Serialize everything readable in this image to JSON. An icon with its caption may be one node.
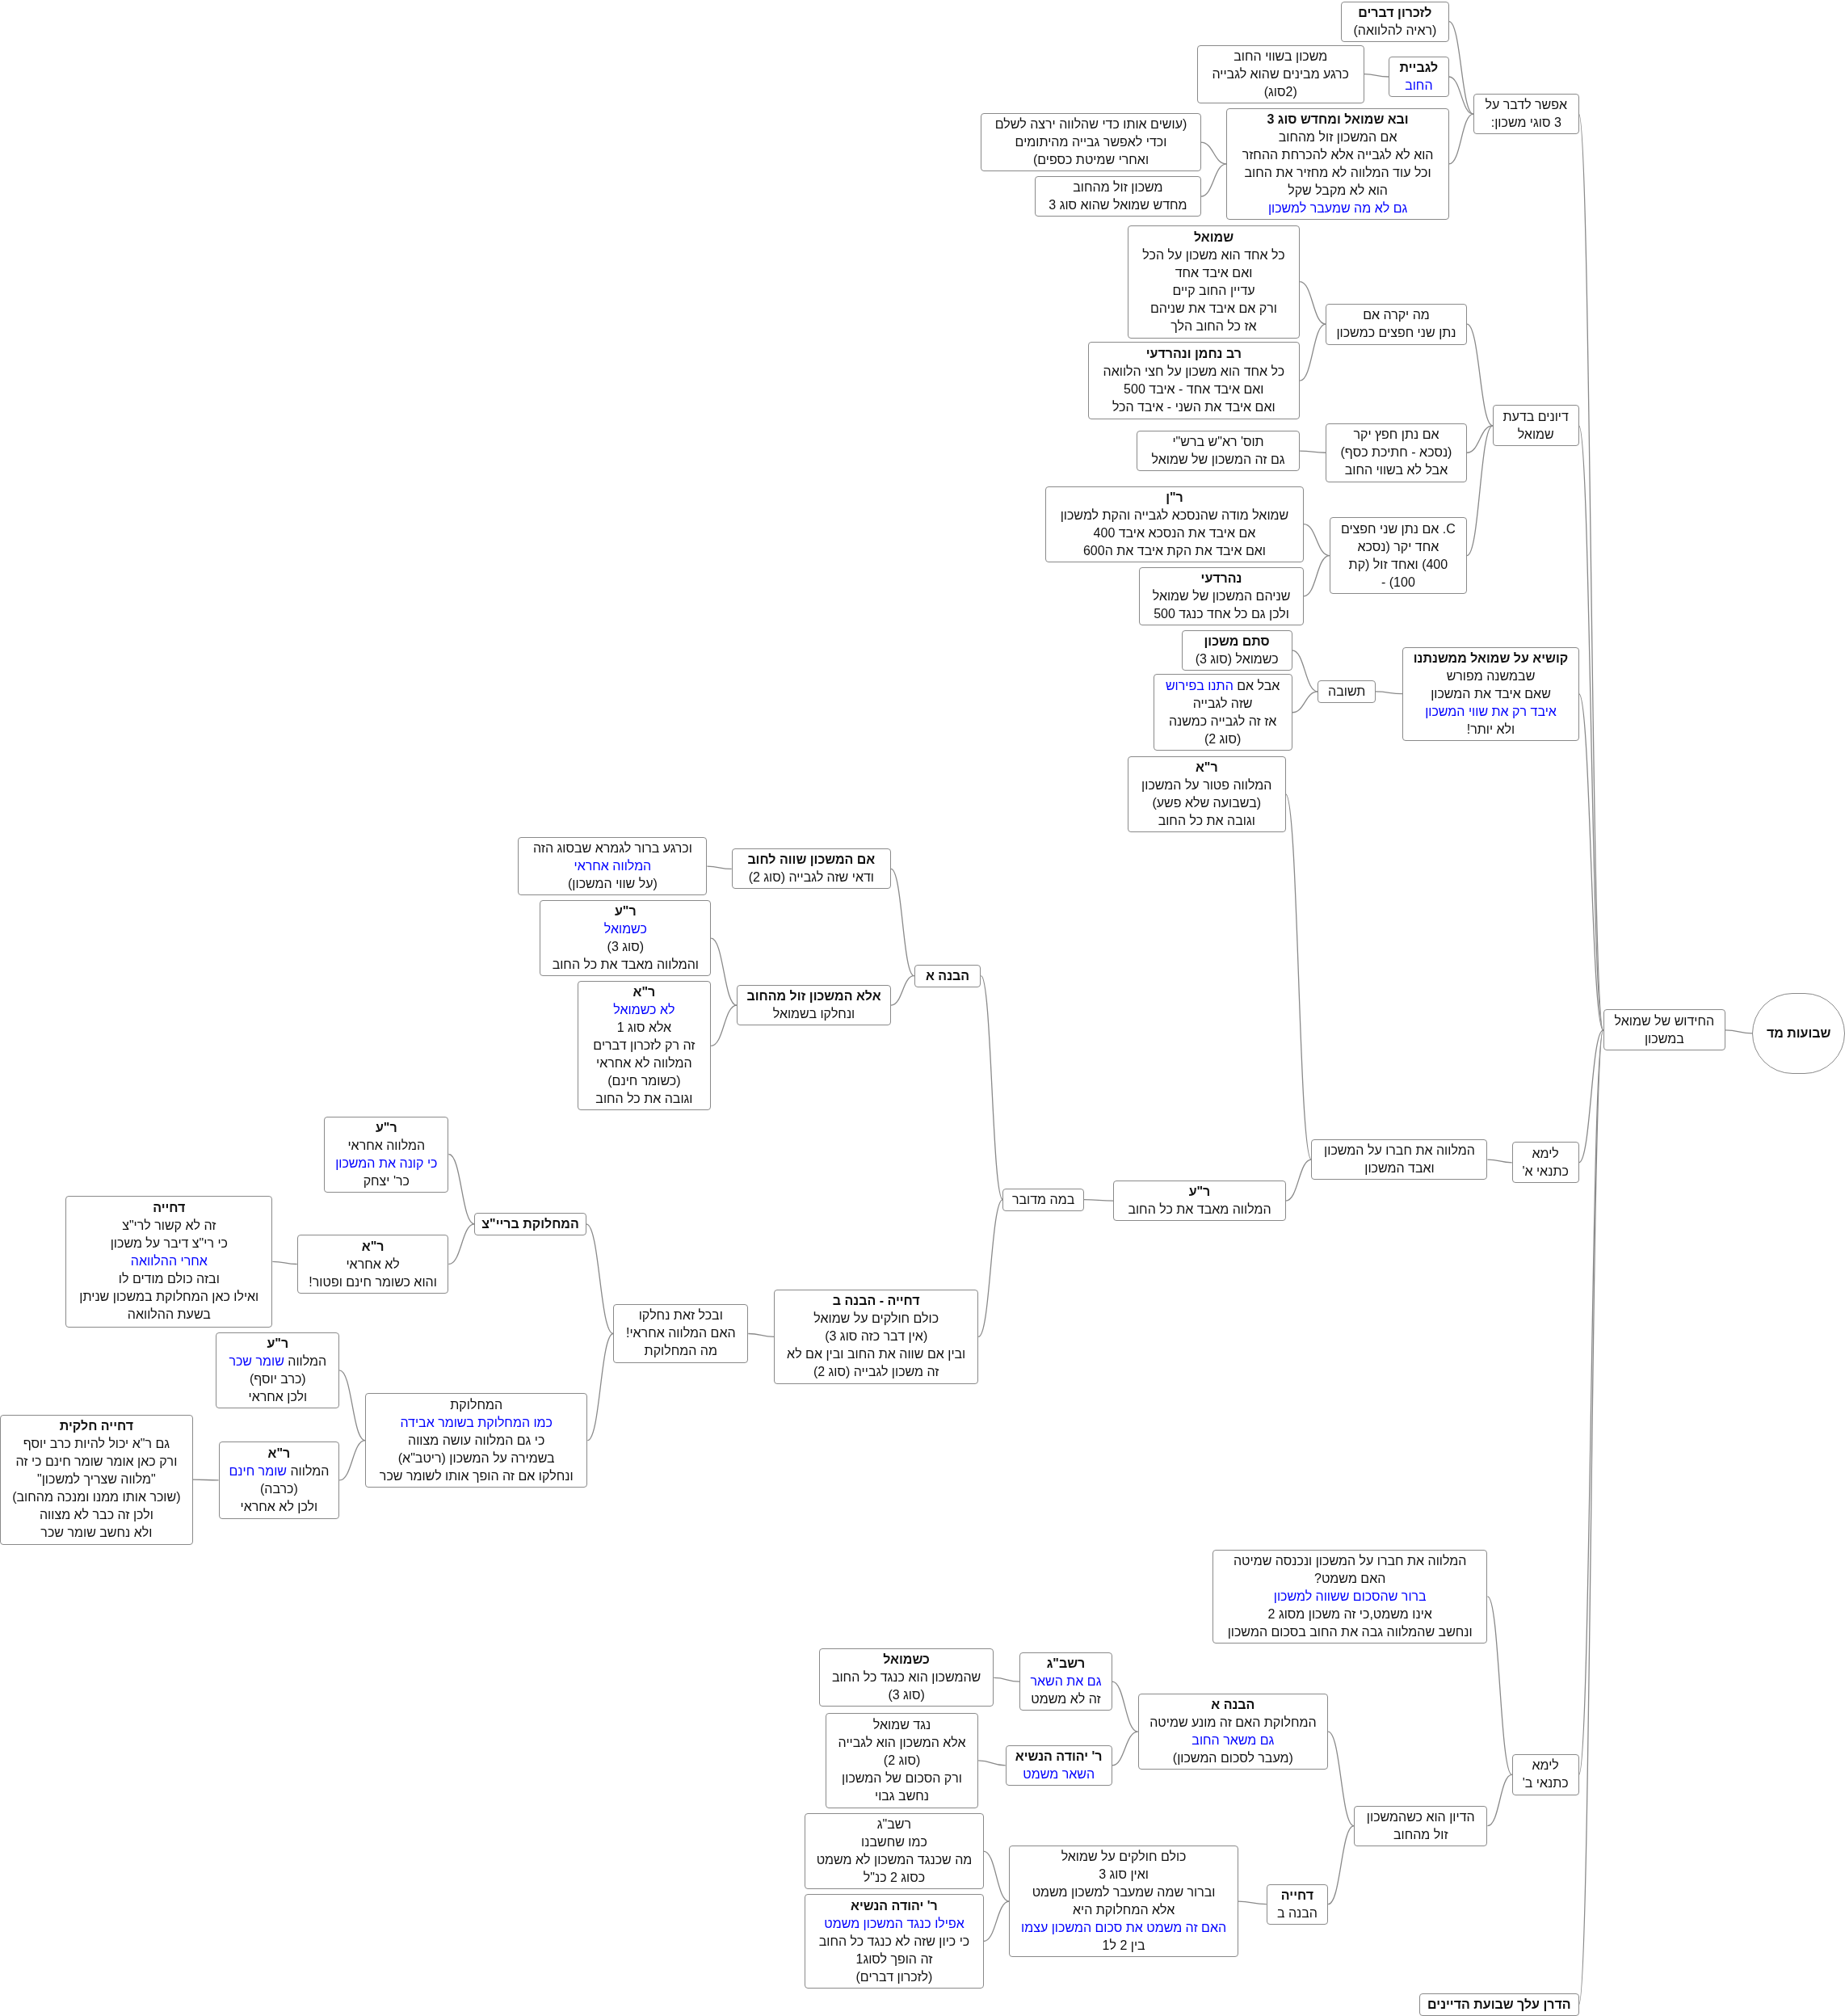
{
  "diagram": {
    "nodes": [
      {
        "text": [
          "שבועות מד"
        ]
      },
      {
        "text": [
          "החידוש של שמואל",
          "במשכון"
        ]
      },
      {
        "text": [
          "אפשר לדבר על",
          "3 סוגי משכון:"
        ]
      },
      {
        "text": [
          "לזכרון דברים",
          "(ראיה להלוואה)"
        ]
      },
      {
        "text": [
          "לגביית",
          "החוב"
        ]
      },
      {
        "text": [
          "משכון בשווי החוב",
          "כרגע מבינים שהוא לגבייה",
          "(2סוג)"
        ]
      },
      {
        "text": [
          "ובא שמואל ומחדש סוג 3",
          "אם המשכון זול מהחוב",
          "הוא לא לגבייה אלא להכרחת ההחזר",
          "וכל עוד המלווה לא מחזיר את החוב",
          "הוא לא מקבל שקל",
          "גם לא מה שמעבר למשכון"
        ]
      },
      {
        "text": [
          "(עושים אותו כדי שהלווה ירצה לשלם",
          "וכדי לאפשר גבייה מהיתומים",
          "ואחרי שמיטת כספים)"
        ]
      },
      {
        "text": [
          "משכון זול מהחוב",
          "מחדש שמואל שהוא סוג 3"
        ]
      },
      {
        "text": [
          "דיונים בדעת",
          "שמואל"
        ]
      },
      {
        "text": [
          "מה יקרה אם",
          "נתן שני חפצים כמשכון"
        ]
      },
      {
        "text": [
          "שמואל",
          "כל אחד הוא משכון על הכל",
          "ואם איבד אחד",
          "עדיין החוב קיים",
          "ורק אם איבד את שניהם",
          "אז כל החוב הלך"
        ]
      },
      {
        "text": [
          "רב נחמן ונהרדעי",
          "כל אחד הוא משכון על חצי הלוואה",
          "ואם איבד אחד - איבד 500",
          "ואם איבד את השני - איבד הכל"
        ]
      },
      {
        "text": [
          "אם נתן חפץ יקר",
          "(נסכא - חתיכת כסף)",
          "אבל לא בשווי החוב"
        ]
      },
      {
        "text": [
          "תוס' רא\"ש ברש\"י",
          "גם זה המשכון של שמואל"
        ]
      },
      {
        "text": [
          "C. אם נתן שני חפצים",
          "אחד יקר (נסכא",
          "400) ואחד זול (קת",
          "100) -"
        ]
      },
      {
        "text": [
          "ר\"ן",
          "שמואל מודה שהנסכא לגבייה והקת למשכון",
          "אם איבד את הנסכא איבד 400",
          "ואם איבד את הקת איבד את ה600"
        ]
      },
      {
        "text": [
          "נהרדעי",
          "שניהם המשכון של שמואל",
          "ולכן גם כל אחד כנגד 500"
        ]
      },
      {
        "text": [
          "קושיא על שמואל ממשנתנו",
          "שבמשנה מפורש",
          "שאם איבד את המשכון",
          "איבד רק את שווי המשכון",
          "ולא יותר!"
        ]
      },
      {
        "text": [
          "תשובה"
        ]
      },
      {
        "text": [
          "סתם משכון",
          "כשמואל (סוג 3)"
        ]
      },
      {
        "text": [
          "אבל אם",
          "התנו בפירוש",
          "שזה לגבייה",
          "אז זה לגבייה כמשנה",
          "(סוג 2)"
        ]
      },
      {
        "text": [
          "לימא",
          "כתנאי א'"
        ]
      },
      {
        "text": [
          "המלווה את חברו על המשכון",
          "ואבד המשכון"
        ]
      },
      {
        "text": [
          "ר\"א",
          "המלווה פטור על המשכון",
          "(בשבועה שלא פשע)",
          "וגובה את כל החוב"
        ]
      },
      {
        "text": [
          "ר\"ע",
          "המלווה מאבד את כל החוב"
        ]
      },
      {
        "text": [
          "במה מדובר"
        ]
      },
      {
        "text": [
          "הבנה א"
        ]
      },
      {
        "text": [
          "אם המשכון שווה לחוב",
          "ודאי שזה לגבייה (סוג 2)"
        ]
      },
      {
        "text": [
          "וכרגע ברור לגמרא שבסוג הזה",
          "המלווה אחראי",
          "(על שווי המשכון)"
        ]
      },
      {
        "text": [
          "אלא המשכון זול מהחוב",
          "ונחלקו בשמואל"
        ]
      },
      {
        "text": [
          "ר\"ע",
          "כשמואל",
          "(סוג 3)",
          "והמלווה מאבד את כל החוב"
        ]
      },
      {
        "text": [
          "ר\"א",
          "לא כשמואל",
          "אלא סוג 1",
          "זה רק לזכרון דברים",
          "המלווה לא אחראי",
          "(כשומר חינם)",
          "וגובה את כל החוב"
        ]
      },
      {
        "text": [
          "דחייה - הבנה ב",
          "כולם חולקים על שמואל",
          "(אין דבר כזה סוג 3)",
          "ובין אם שווה את החוב ובין אם לא",
          "זה משכון לגבייה (סוג 2)"
        ]
      },
      {
        "text": [
          "ובכל זאת נחלקו",
          "האם המלווה אחראי!",
          "מה המחלוקת"
        ]
      },
      {
        "text": [
          "המחלוקת בריי\"צ"
        ]
      },
      {
        "text": [
          "ר\"ע",
          "המלווה אחראי",
          "כי קונה את המשכון",
          "כר' יצחק"
        ]
      },
      {
        "text": [
          "ר\"א",
          "לא אחראי",
          "והוא כשומר חינם ופטור!"
        ]
      },
      {
        "text": [
          "דחייה",
          "זה לא קשור לרי\"צ",
          "כי רי\"צ דיבר על משכון",
          "אחרי ההלוואה",
          "ובזה כולם מודים לו",
          "ואילו כאן המחלוקת במשכון שניתן",
          "בשעת ההלוואה"
        ]
      },
      {
        "text": [
          "המחלוקת",
          "כמו המחלוקת בשומר אבידה",
          "כי גם המלווה עושה מצווה",
          "בשמירה על המשכון (ריטב\"א)",
          "ונחלקו אם זה הופך אותו לשומר שכר"
        ]
      },
      {
        "text": [
          "ר\"ע",
          "המלווה",
          "שומר שכר",
          "(כרב יוסף)",
          "ולכן אחראי"
        ]
      },
      {
        "text": [
          "ר\"א",
          "המלווה",
          "שומר חינם",
          "(כרבה)",
          "ולכן לא אחראי"
        ]
      },
      {
        "text": [
          "דחייה חלקית",
          "גם ר\"א יכול להיות כרב יוסף",
          "ורק כאן אומר שומר חינם כי זה",
          "\"מלווה שצריך למשכון\"",
          "(שוכר אותו ממנו ומנכה מהחוב)",
          "ולכן זה כבר לא מצווה",
          "ולא נחשב שומר שכר"
        ]
      },
      {
        "text": [
          "לימא",
          "כתנאי ב'"
        ]
      },
      {
        "text": [
          "המלווה את חברו על המשכון ונכנסה שמיטה",
          "האם משמט?",
          "ברור שהסכום ששווה למשכון",
          "אינו משמט,כי זה משכון מסוג 2",
          "ונחשב שהמלווה גבה את החוב בסכום המשכון"
        ]
      },
      {
        "text": [
          "הדיון הוא כשהמשכון",
          "זול מהחוב"
        ]
      },
      {
        "text": [
          "הבנה א",
          "המחלוקת האם זה מונע שמיטה",
          "גם משאר החוב",
          "(מעבר לסכום המשכון)"
        ]
      },
      {
        "text": [
          "רשב\"ג",
          "גם את השאר",
          "זה לא משמט"
        ]
      },
      {
        "text": [
          "כשמואל",
          "שהמשכון הוא כנגד כל החוב",
          "(סוג 3)"
        ]
      },
      {
        "text": [
          "ר' יהודה הנשיא",
          "השאר משמט"
        ]
      },
      {
        "text": [
          "נגד שמואל",
          "אלא המשכון הוא לגבייה",
          "(סוג 2)",
          "ורק הסכום של המשכון",
          "נחשב גבוי"
        ]
      },
      {
        "text": [
          "דחייה",
          "הבנה ב"
        ]
      },
      {
        "text": [
          "כולם חולקים על שמואל",
          "ואין סוג 3",
          "וברור שמה שמעבר למשכון משמט",
          "אלא המחלוקת היא",
          "האם זה משמט את סכום המשכון עצמו",
          "בין 2 ל1"
        ]
      },
      {
        "text": [
          "רשב\"ג",
          "כמו שחשבנו",
          "מה שכנגד המשכון לא משמט",
          "כסוג 2 כנ\"ל"
        ]
      },
      {
        "text": [
          "ר' יהודה הנשיא",
          "אפילו כנגד המשכון משמט",
          "כי כיון שזה לא כנגד כל החוב",
          "זה הופך לסוג1",
          "(לזכרון דברים)"
        ]
      },
      {
        "text": [
          "הדרן עלך שבועת הדיינים"
        ]
      }
    ],
    "edges": [
      {
        "from": 0,
        "to": 1,
        "arrow": "none"
      },
      {
        "from": 1,
        "to": 2,
        "arrow": "none"
      },
      {
        "from": 2,
        "to": 3,
        "arrow": "none"
      },
      {
        "from": 2,
        "to": 4,
        "arrow": "none"
      },
      {
        "from": 4,
        "to": 5,
        "arrow": "none"
      },
      {
        "from": 2,
        "to": 6,
        "arrow": "none"
      },
      {
        "from": 6,
        "to": 7,
        "arrow": "none"
      },
      {
        "from": 6,
        "to": 8,
        "arrow": "none"
      },
      {
        "from": 1,
        "to": 9,
        "arrow": "none"
      },
      {
        "from": 9,
        "to": 10,
        "arrow": "none"
      },
      {
        "from": 10,
        "to": 11,
        "arrow": "none"
      },
      {
        "from": 10,
        "to": 12,
        "arrow": "none"
      },
      {
        "from": 9,
        "to": 13,
        "arrow": "none"
      },
      {
        "from": 13,
        "to": 14,
        "arrow": "none"
      },
      {
        "from": 9,
        "to": 15,
        "arrow": "none"
      },
      {
        "from": 15,
        "to": 16,
        "arrow": "none"
      },
      {
        "from": 15,
        "to": 17,
        "arrow": "none"
      },
      {
        "from": 1,
        "to": 18,
        "arrow": "none"
      },
      {
        "from": 18,
        "to": 19,
        "arrow": "none"
      },
      {
        "from": 19,
        "to": 20,
        "arrow": "none"
      },
      {
        "from": 19,
        "to": 21,
        "arrow": "none"
      },
      {
        "from": 1,
        "to": 22,
        "arrow": "none"
      },
      {
        "from": 22,
        "to": 23,
        "arrow": "none"
      },
      {
        "from": 23,
        "to": 24,
        "arrow": "none"
      },
      {
        "from": 23,
        "to": 25,
        "arrow": "none"
      },
      {
        "from": 25,
        "to": 26,
        "arrow": "none"
      },
      {
        "from": 26,
        "to": 27,
        "arrow": "none"
      },
      {
        "from": 27,
        "to": 28,
        "arrow": "none"
      },
      {
        "from": 28,
        "to": 29,
        "arrow": "none"
      },
      {
        "from": 27,
        "to": 30,
        "arrow": "none"
      },
      {
        "from": 30,
        "to": 31,
        "arrow": "none"
      },
      {
        "from": 30,
        "to": 32,
        "arrow": "none"
      },
      {
        "from": 26,
        "to": 33,
        "arrow": "none"
      },
      {
        "from": 33,
        "to": 34,
        "arrow": "none"
      },
      {
        "from": 34,
        "to": 35,
        "arrow": "none"
      },
      {
        "from": 35,
        "to": 36,
        "arrow": "none"
      },
      {
        "from": 35,
        "to": 37,
        "arrow": "none"
      },
      {
        "from": 37,
        "to": 38,
        "arrow": "none"
      },
      {
        "from": 34,
        "to": 39,
        "arrow": "none"
      },
      {
        "from": 39,
        "to": 40,
        "arrow": "none"
      },
      {
        "from": 39,
        "to": 41,
        "arrow": "none"
      },
      {
        "from": 41,
        "to": 42,
        "arrow": "none"
      },
      {
        "from": 1,
        "to": 43,
        "arrow": "none"
      },
      {
        "from": 43,
        "to": 44,
        "arrow": "none"
      },
      {
        "from": 43,
        "to": 45,
        "arrow": "none"
      },
      {
        "from": 45,
        "to": 46,
        "arrow": "none"
      },
      {
        "from": 46,
        "to": 47,
        "arrow": "none"
      },
      {
        "from": 47,
        "to": 48,
        "arrow": "none"
      },
      {
        "from": 46,
        "to": 49,
        "arrow": "none"
      },
      {
        "from": 49,
        "to": 50,
        "arrow": "none"
      },
      {
        "from": 45,
        "to": 51,
        "arrow": "none"
      },
      {
        "from": 51,
        "to": 52,
        "arrow": "none"
      },
      {
        "from": 52,
        "to": 53,
        "arrow": "none"
      },
      {
        "from": 52,
        "to": 54,
        "arrow": "none"
      },
      {
        "from": 1,
        "to": 55,
        "arrow": "none"
      }
    ]
  }
}
